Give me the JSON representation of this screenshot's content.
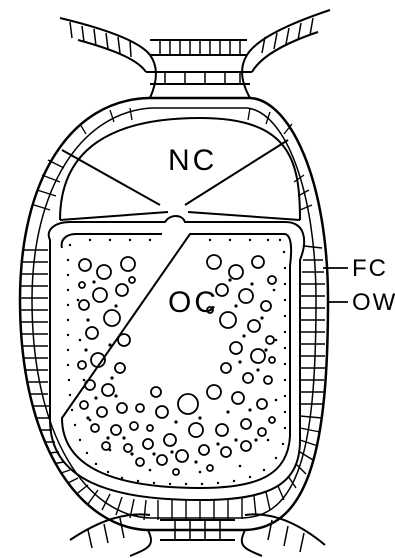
{
  "labels": {
    "nurse_cells": "NC",
    "oocyte": "OC",
    "follicle_cells": "FC",
    "ovariole_wall": "OW"
  },
  "colors": {
    "ink": "#000000",
    "paper": "#ffffff"
  }
}
